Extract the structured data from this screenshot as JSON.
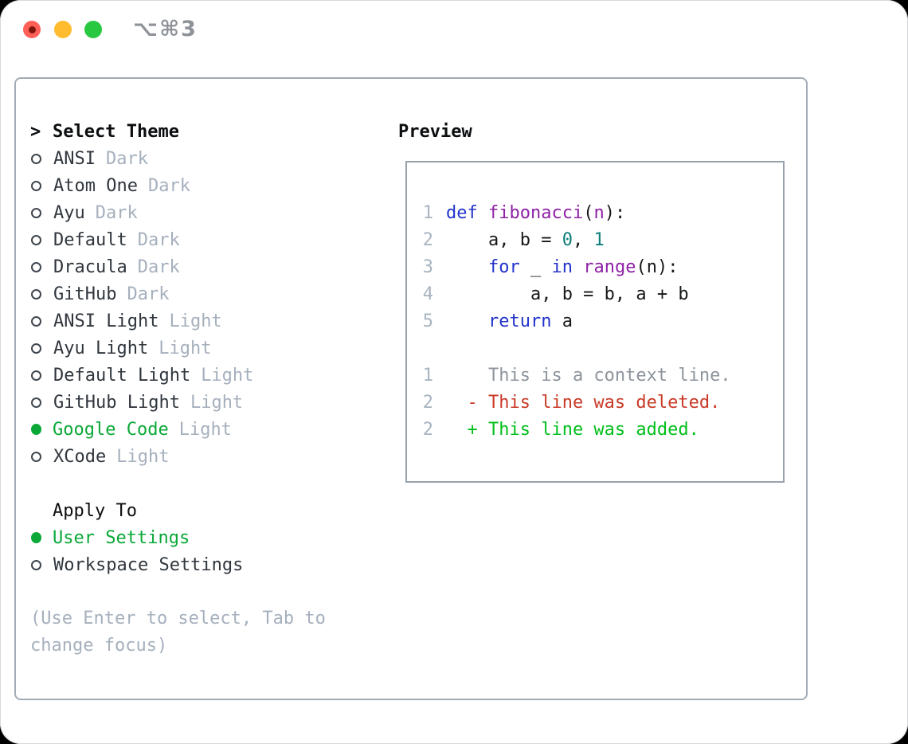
{
  "window": {
    "title": "⌥⌘3",
    "traffic_lights": [
      {
        "name": "close"
      },
      {
        "name": "minimize"
      },
      {
        "name": "zoom"
      }
    ]
  },
  "theme_panel": {
    "header": {
      "prompt": ">",
      "label": "Select Theme"
    },
    "themes": [
      {
        "name": "ANSI",
        "variant": "Dark",
        "selected": false
      },
      {
        "name": "Atom One",
        "variant": "Dark",
        "selected": false
      },
      {
        "name": "Ayu",
        "variant": "Dark",
        "selected": false
      },
      {
        "name": "Default",
        "variant": "Dark",
        "selected": false
      },
      {
        "name": "Dracula",
        "variant": "Dark",
        "selected": false
      },
      {
        "name": "GitHub",
        "variant": "Dark",
        "selected": false
      },
      {
        "name": "ANSI Light",
        "variant": "Light",
        "selected": false
      },
      {
        "name": "Ayu Light",
        "variant": "Light",
        "selected": false
      },
      {
        "name": "Default Light",
        "variant": "Light",
        "selected": false
      },
      {
        "name": "GitHub Light",
        "variant": "Light",
        "selected": false
      },
      {
        "name": "Google Code",
        "variant": "Light",
        "selected": true
      },
      {
        "name": "XCode",
        "variant": "Light",
        "selected": false
      }
    ],
    "apply_to": {
      "label": "Apply To",
      "options": [
        {
          "name": "User Settings",
          "selected": true
        },
        {
          "name": "Workspace Settings",
          "selected": false
        }
      ]
    },
    "hint": "(Use Enter to select, Tab to change focus)"
  },
  "preview": {
    "title": "Preview",
    "code": [
      {
        "num": "1",
        "tokens": [
          {
            "t": "def",
            "c": "kw"
          },
          {
            "t": " ",
            "c": "pl"
          },
          {
            "t": "fibonacci",
            "c": "fn"
          },
          {
            "t": "(",
            "c": "pl"
          },
          {
            "t": "n",
            "c": "param"
          },
          {
            "t": "):",
            "c": "pl"
          }
        ]
      },
      {
        "num": "2",
        "tokens": [
          {
            "t": "    a, b = ",
            "c": "pl"
          },
          {
            "t": "0",
            "c": "num"
          },
          {
            "t": ", ",
            "c": "pl"
          },
          {
            "t": "1",
            "c": "num"
          }
        ]
      },
      {
        "num": "3",
        "tokens": [
          {
            "t": "    ",
            "c": "pl"
          },
          {
            "t": "for",
            "c": "kw"
          },
          {
            "t": " _ ",
            "c": "pl"
          },
          {
            "t": "in",
            "c": "kw"
          },
          {
            "t": " ",
            "c": "pl"
          },
          {
            "t": "range",
            "c": "fn"
          },
          {
            "t": "(n):",
            "c": "pl"
          }
        ]
      },
      {
        "num": "4",
        "tokens": [
          {
            "t": "        a, b = b, a + b",
            "c": "pl"
          }
        ]
      },
      {
        "num": "5",
        "tokens": [
          {
            "t": "    ",
            "c": "pl"
          },
          {
            "t": "return",
            "c": "kw"
          },
          {
            "t": " a",
            "c": "pl"
          }
        ]
      }
    ],
    "diff": [
      {
        "num": "1",
        "type": "context",
        "text": "    This is a context line."
      },
      {
        "num": "2",
        "type": "deleted",
        "text": "  - This line was deleted."
      },
      {
        "num": "2",
        "type": "added",
        "text": "  + This line was added."
      }
    ]
  },
  "colors": {
    "selected_green": "#0ba838",
    "theme_name": "#30363d",
    "variant": "#a6b0bd",
    "hint": "#a6b0bd",
    "line_number": "#a8b4c0",
    "syntax": {
      "kw": "#2233cc",
      "fn": "#8f21a6",
      "param": "#8f21a6",
      "num": "#0d7e78",
      "pl": "#17181a"
    },
    "diff": {
      "context": "#8d949c",
      "deleted": "#c93a28",
      "added": "#00bf19"
    },
    "traffic": {
      "red": "#ff5f57",
      "red_dot": "#7e150b",
      "yellow": "#febc2e",
      "green": "#28c840"
    },
    "title_text": "#8e9298"
  }
}
